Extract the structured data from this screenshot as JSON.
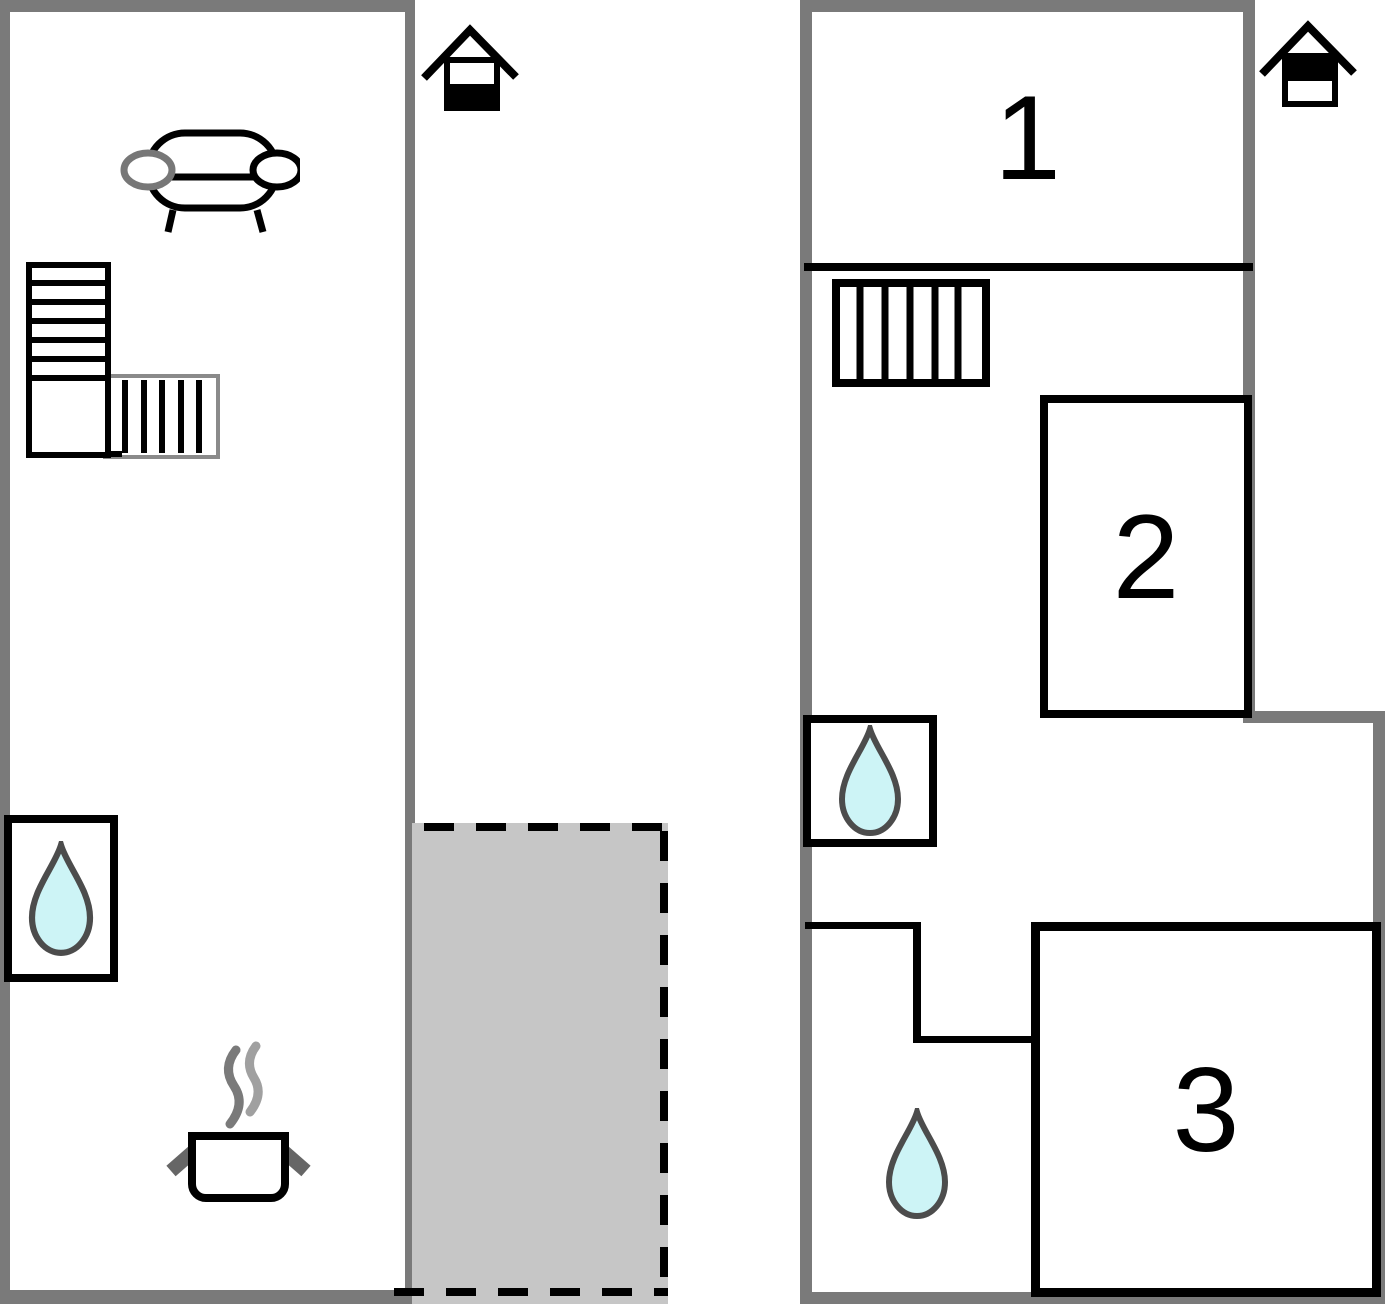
{
  "document": {
    "type": "floor-plan",
    "floors": [
      {
        "name": "ground-floor",
        "level_indicator": "house-icon-lower-half-filled",
        "features": [
          "sofa",
          "l-shaped-staircase",
          "water-drop-in-box",
          "cooking-pot-with-steam"
        ],
        "outdoor_area": "terrace-gray-dashed"
      },
      {
        "name": "upper-floor",
        "level_indicator": "house-icon-upper-half-filled",
        "features": [
          "staircase",
          "water-drop-in-box",
          "water-drop-free"
        ],
        "room_count": 3
      }
    ]
  },
  "rooms": [
    {
      "label": "1"
    },
    {
      "label": "2"
    },
    {
      "label": "3"
    }
  ],
  "colors": {
    "outer_wall": "#7a7a7a",
    "partition": "#000000",
    "terrace_fill": "#c6c6c6",
    "water_fill": "#cdf4f6",
    "water_outline": "#4c4c4c",
    "steam": "#8c8c8c",
    "stair_outline_gray": "#8a8a8a"
  }
}
